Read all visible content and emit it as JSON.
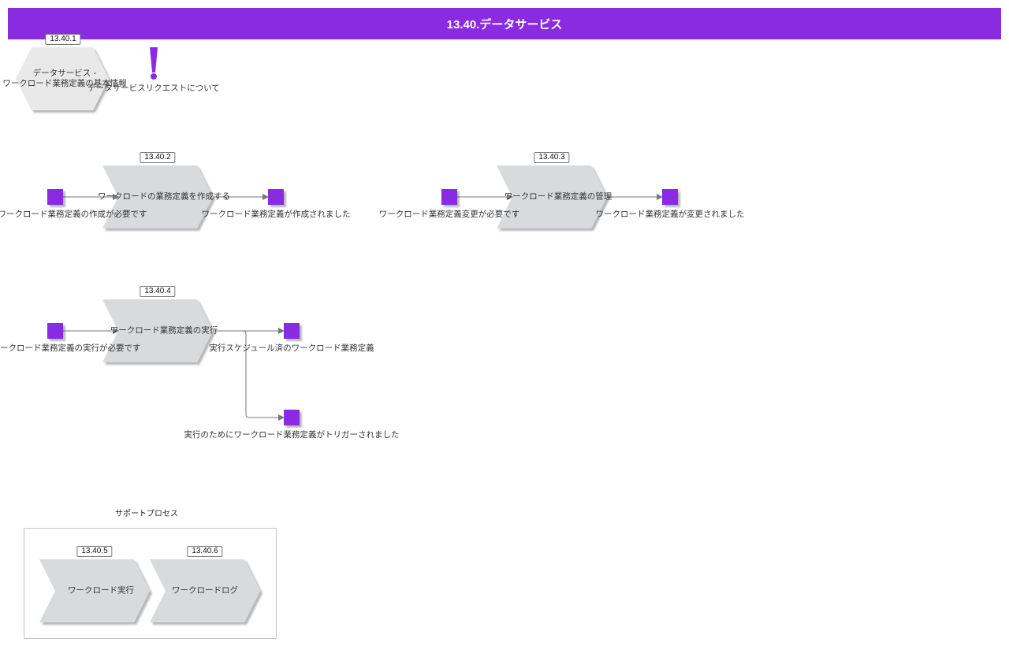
{
  "header": {
    "title": "13.40.データサービス"
  },
  "overview": {
    "id": "13.40.1",
    "hexagon_label_line1": "データサービス -",
    "hexagon_label_line2": "ワークロード業務定義の基本情報",
    "alert_label": "データサービスリクエストについて",
    "alert_icon": "exclamation-icon"
  },
  "processes": [
    {
      "id": "13.40.2",
      "label": "ワークロードの業務定義を作成する",
      "trigger_event": "ワークロード業務定義の作成が必要です",
      "result_events": [
        "ワークロード業務定義が作成されました"
      ]
    },
    {
      "id": "13.40.3",
      "label": "ワークロード業務定義の管理",
      "trigger_event": "ワークロード業務定義変更が必要です",
      "result_events": [
        "ワークロード業務定義が変更されました"
      ]
    },
    {
      "id": "13.40.4",
      "label": "ワークロード業務定義の実行",
      "trigger_event": "ワークロード業務定義の実行が必要です",
      "result_events": [
        "実行スケジュール済のワークロード業務定義",
        "実行のためにワークロード業務定義がトリガーされました"
      ]
    }
  ],
  "support_group": {
    "title": "サポートプロセス",
    "items": [
      {
        "id": "13.40.5",
        "label": "ワークロード実行"
      },
      {
        "id": "13.40.6",
        "label": "ワークロードログ"
      }
    ]
  },
  "colors": {
    "accent": "#8a2be2",
    "shape_fill": "#d9dadc",
    "hexagon_fill": "#e9e9e9",
    "connector": "#777777"
  }
}
